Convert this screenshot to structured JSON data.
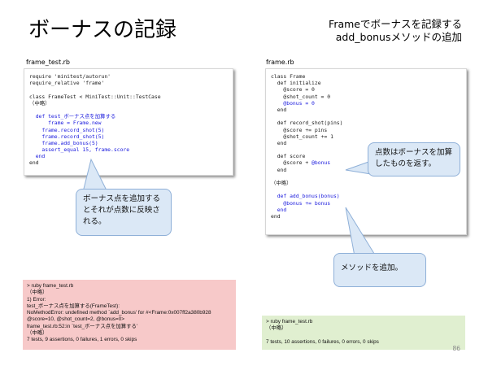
{
  "slide": {
    "title": "ボーナスの記録",
    "subtitle_lines": [
      "Frameでボーナスを記録する",
      "add_bonusメソッドの追加"
    ],
    "page_number": "86"
  },
  "left_panel": {
    "file_label": "frame_test.rb",
    "code_lines": [
      {
        "text": "require 'minitest/autorun'",
        "hl": false
      },
      {
        "text": "require_relative 'frame'",
        "hl": false
      },
      {
        "text": "",
        "hl": false
      },
      {
        "text": "class FrameTest < MiniTest::Unit::TestCase",
        "hl": false
      },
      {
        "text": "（中略）",
        "hl": false
      },
      {
        "text": "",
        "hl": false
      },
      {
        "text": "  def test_ボーナス点を加算する",
        "hl": true
      },
      {
        "text": "      frame = Frame.new",
        "hl": true
      },
      {
        "text": "    frame.record_shot(5)",
        "hl": true
      },
      {
        "text": "    frame.record_shot(5)",
        "hl": true
      },
      {
        "text": "    frame.add_bonus(5)",
        "hl": true
      },
      {
        "text": "    assert_equal 15, frame.score",
        "hl": true
      },
      {
        "text": "  end",
        "hl": true
      },
      {
        "text": "end",
        "hl": false
      }
    ],
    "callout": [
      "ボーナス点を追加する",
      "とそれが点数に反映さ",
      "れる。"
    ]
  },
  "right_panel": {
    "file_label": "frame.rb",
    "code_lines": [
      {
        "text": "class Frame",
        "hl": false
      },
      {
        "text": "  def initialize",
        "hl": false
      },
      {
        "text": "    @score = 0",
        "hl": false
      },
      {
        "text": "    @shot_count = 0",
        "hl": false
      },
      {
        "text": "    @bonus = 0",
        "hl": true
      },
      {
        "text": "  end",
        "hl": false
      },
      {
        "text": "",
        "hl": false
      },
      {
        "text": "  def record_shot(pins)",
        "hl": false
      },
      {
        "text": "    @score += pins",
        "hl": false
      },
      {
        "text": "    @shot_count += 1",
        "hl": false
      },
      {
        "text": "  end",
        "hl": false
      },
      {
        "text": "",
        "hl": false
      },
      {
        "text": "  def score",
        "hl": false
      },
      {
        "text": "    @score + @bonus",
        "hl": "partial",
        "plain": "    @score + ",
        "blue": "@bonus"
      },
      {
        "text": "  end",
        "hl": false
      },
      {
        "text": "",
        "hl": false
      },
      {
        "text": "（中略）",
        "hl": false
      },
      {
        "text": "",
        "hl": false
      },
      {
        "text": "  def add_bonus(bonus)",
        "hl": true
      },
      {
        "text": "    @bonus += bonus",
        "hl": true
      },
      {
        "text": "  end",
        "hl": true
      },
      {
        "text": "end",
        "hl": false
      }
    ],
    "callout_top": [
      "点数はボーナスを加算",
      "したものを返す。"
    ],
    "callout_bottom": [
      "メソッドを追加。"
    ]
  },
  "output_fail": {
    "lines": [
      "> ruby frame_test.rb",
      "（中略）",
      "  1) Error:",
      "test_ボーナス点を加算する(FrameTest):",
      "NoMethodError: undefined method `add_bonus' for #<Frame:0x007ff2a380b928",
      "@score=10, @shot_count=2, @bonus=0>",
      "    frame_test.rb:52:in `test_ボーナス点を加算する'",
      "（中略）",
      "7 tests, 9 assertions, 0 failures, 1 errors, 0 skips"
    ],
    "color": "#f7c9c9"
  },
  "output_pass": {
    "lines": [
      "> ruby frame_test.rb",
      "（中略）",
      "",
      "7 tests, 10 assertions, 0 failures, 0 errors, 0 skips"
    ],
    "color": "#e0efd0"
  }
}
